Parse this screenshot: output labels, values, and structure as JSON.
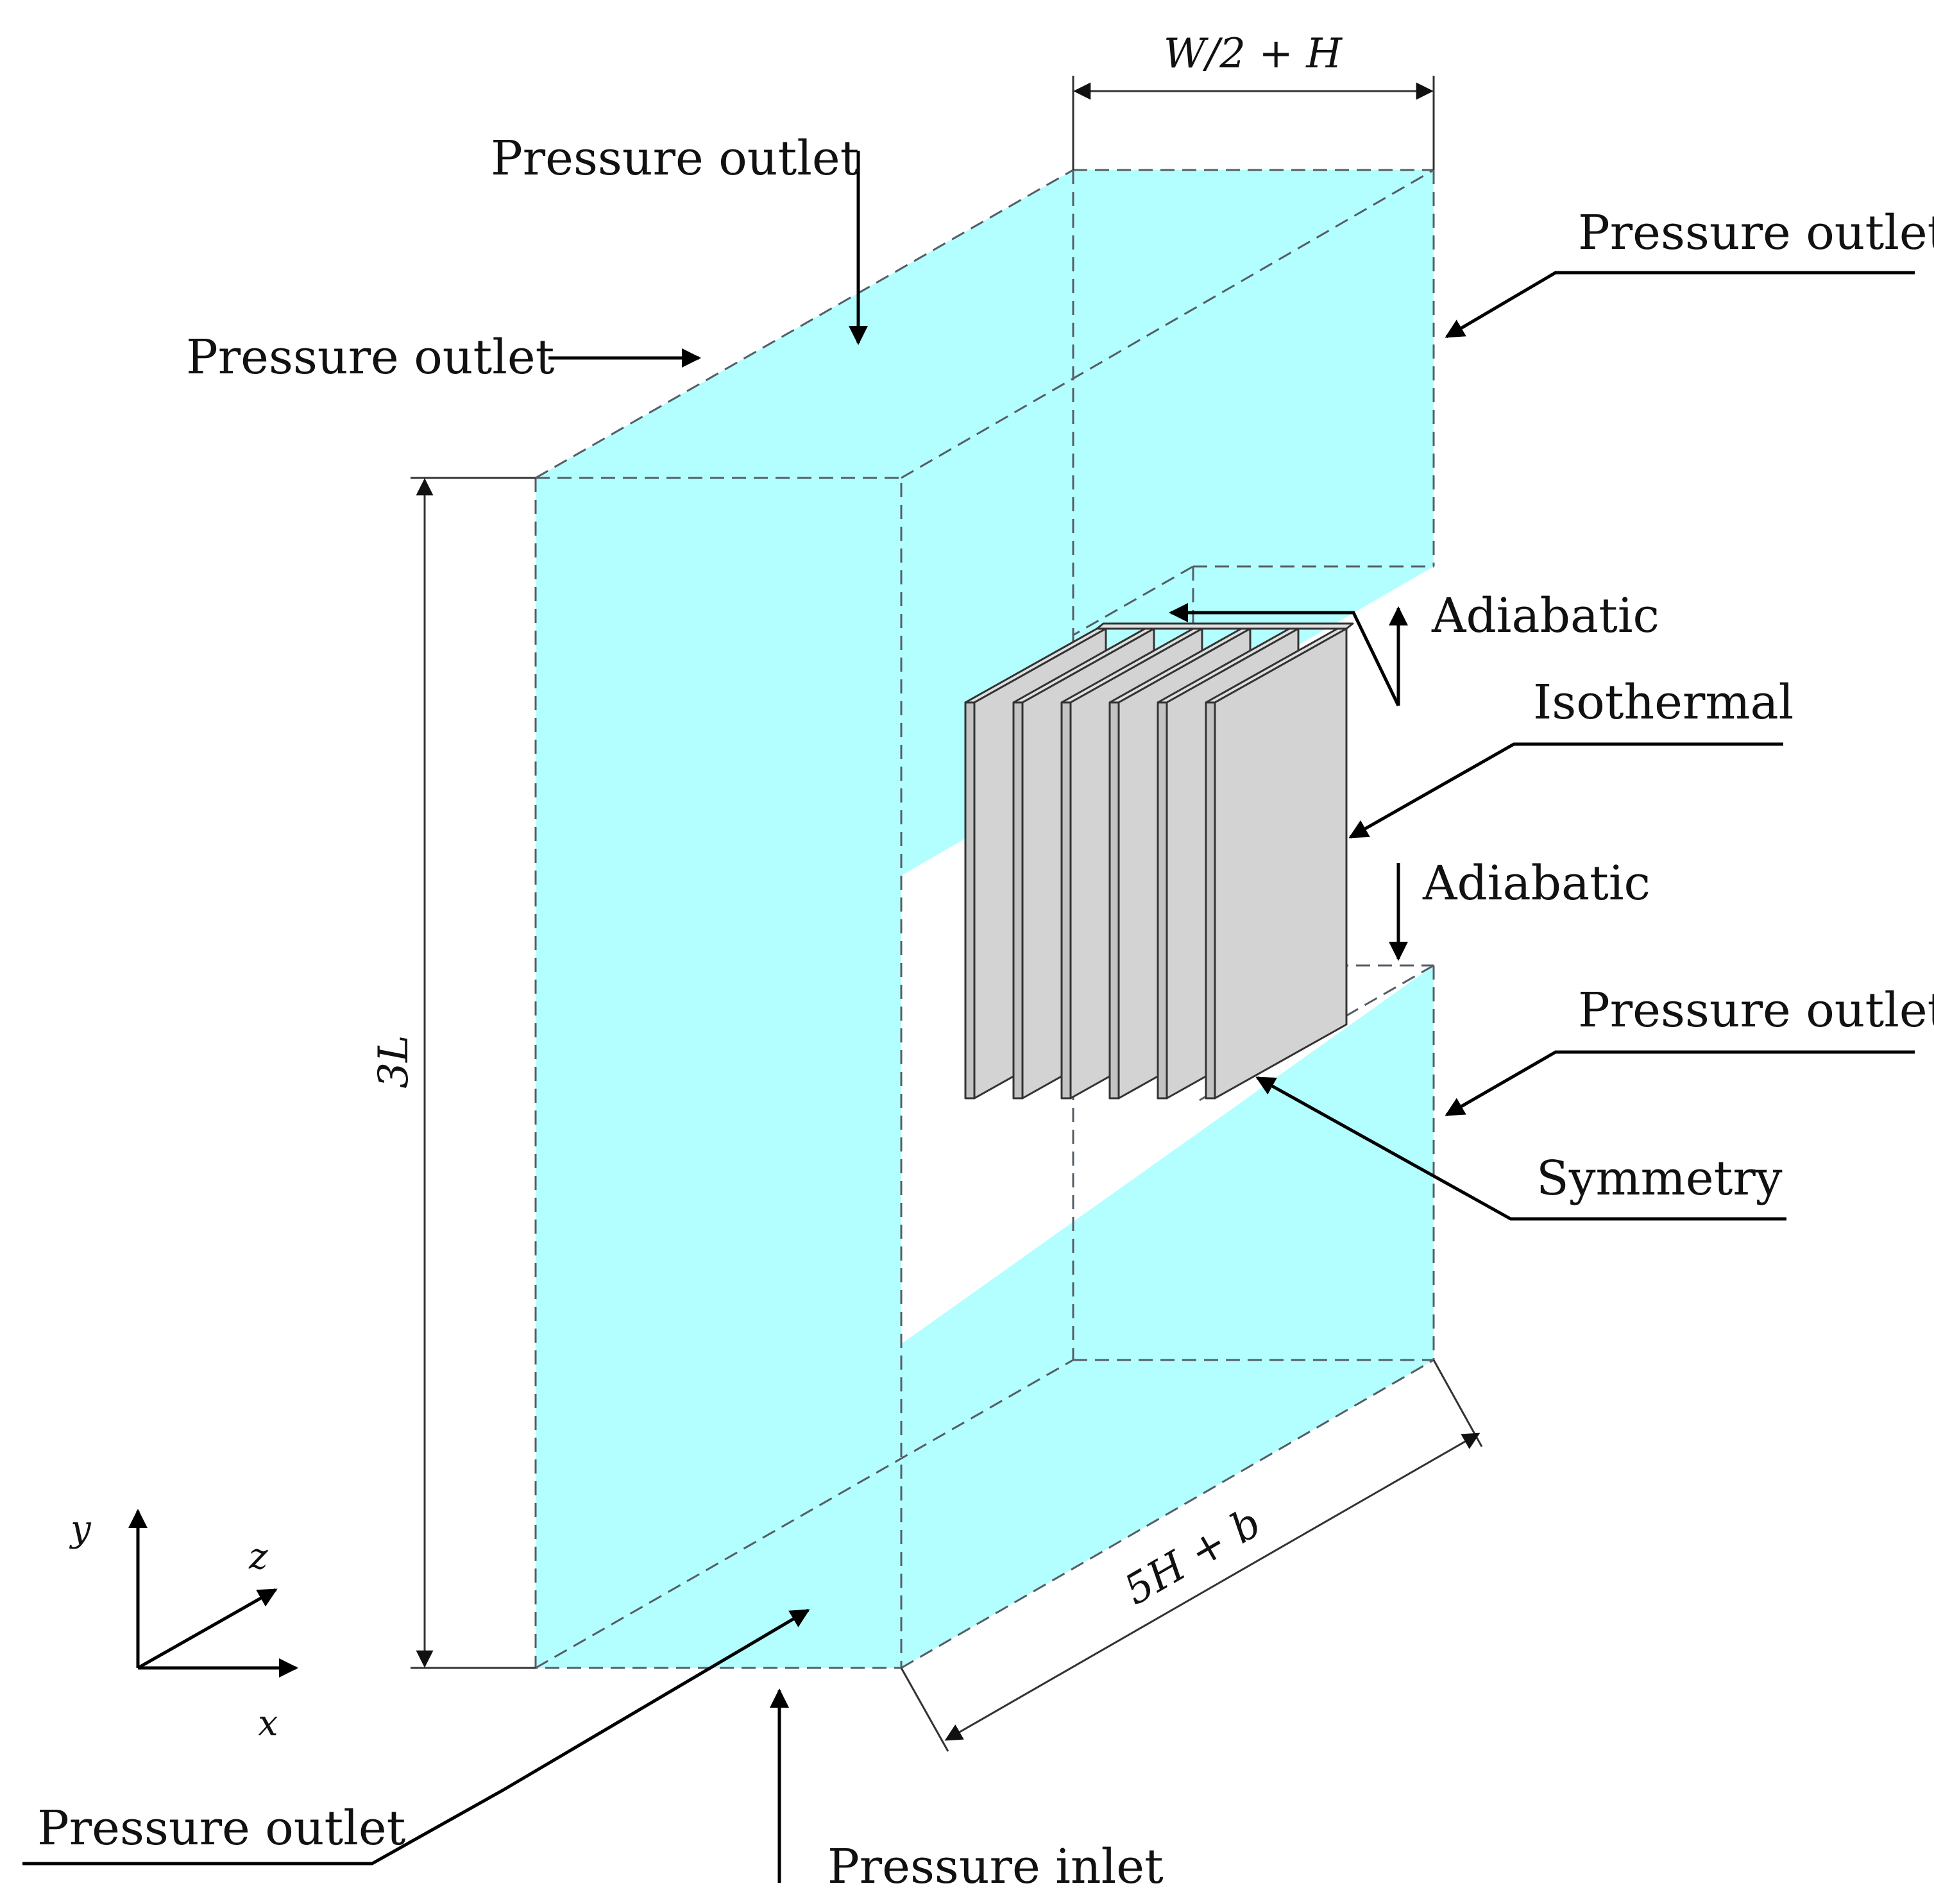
{
  "colors": {
    "domain_fill": "#b3ffff",
    "fin_fill": "#d3d3d3",
    "fin_side": "#c3c3c3",
    "fin_top": "#e0e0e0",
    "edge": "#555e66",
    "line": "#000000"
  },
  "labels": {
    "pressure_outlet_top": "Pressure outlet",
    "pressure_outlet_left": "Pressure outlet",
    "pressure_outlet_right_top": "Pressure outlet",
    "adiabatic_top": "Adiabatic",
    "isothermal": "Isothermal",
    "adiabatic_bottom": "Adiabatic",
    "pressure_outlet_right_bottom": "Pressure outlet",
    "symmetry": "Symmetry",
    "pressure_outlet_bottom": "Pressure outlet",
    "pressure_inlet": "Pressure inlet"
  },
  "dimensions": {
    "width": "W/2 + H",
    "height": "3L",
    "depth": "5H + b"
  },
  "axes": {
    "x": "x",
    "y": "y",
    "z": "z"
  },
  "fins": {
    "count": 6
  }
}
